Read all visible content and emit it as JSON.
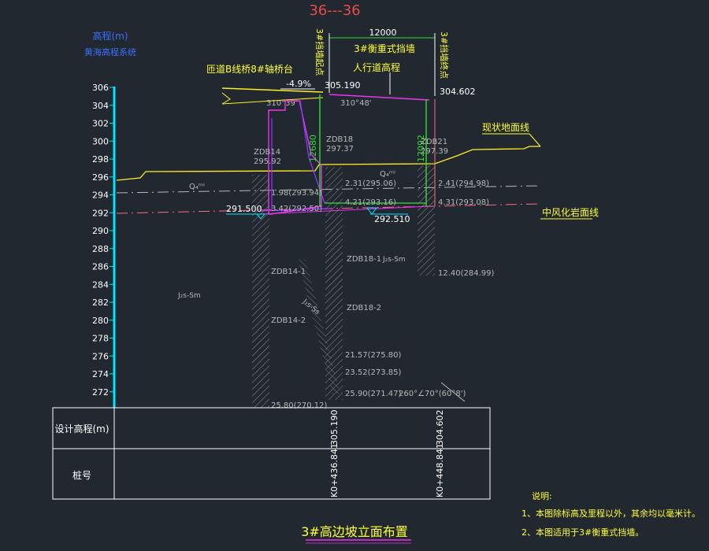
{
  "section_title": "36---36",
  "axis": {
    "label_line1": "高程(m)",
    "label_line2": "黄海高程系统",
    "ticks": [
      "306",
      "304",
      "302",
      "300",
      "298",
      "296",
      "294",
      "292",
      "290",
      "288",
      "286",
      "284",
      "282",
      "280",
      "278",
      "276",
      "274",
      "272"
    ]
  },
  "top": {
    "width_dim": "12000",
    "wall_name": "3#衡重式挡墙",
    "left_end": "3#挡墙起点",
    "right_end": "3#挡墙终点",
    "bridge_label": "匝道B线桥8#轴桥台",
    "walkway_label": "人行道高程",
    "slope": "-4.9%",
    "elev_left": "305.190",
    "elev_right": "304.602",
    "angle_left": "310°39'",
    "angle_mid": "310°48'",
    "ground_label": "现状地面线",
    "weathered_label": "中风化岩面线"
  },
  "boreholes": {
    "zdb14_name": "ZDB14",
    "zdb14_elev": "295.92",
    "zdb18_name": "ZDB18",
    "zdb18_elev": "297.37",
    "zdb21_name": "ZDB21",
    "zdb21_elev": "297.39",
    "zdb14_d1": "1.98(293.94)",
    "zdb14_d2": "3.42(292.50)",
    "zdb18_d1": "2.31(295.06)",
    "zdb18_d2": "4.21(293.16)",
    "zdb21_d1": "2.41(294.98)",
    "zdb21_d2": "4.31(293.08)",
    "zdb21_d3": "12.40(284.99)",
    "zdb18_d3": "21.57(275.80)",
    "zdb18_d4": "23.52(273.85)",
    "zdb18_d5": "25.90(271.47)",
    "zdb14_d3": "25.80(270.12)",
    "zdb18_1": "ZDB18-1",
    "zdb18_2": "ZDB18-2",
    "zdb14_1": "ZDB14-1",
    "zdb14_2": "ZDB14-2",
    "bedrock_a": "J₂s-Sm",
    "bedrock_b": "J₂s-Sm",
    "bedrock_c": "J₂s-Ss",
    "quat_a": "Q₄ᵐˡ",
    "quat_b": "Q₄ᵐˡ",
    "dip": "260°∠70°(60°8')",
    "mark_left": "291.500",
    "mark_mid": "292.510",
    "height_left": "12680",
    "height_right": "12092"
  },
  "table": {
    "row1_label": "设计高程(m)",
    "row2_label": "桩号",
    "elev1": "305.190",
    "elev2": "304.602",
    "sta1": "K0+436.841",
    "sta2": "K0+448.841"
  },
  "notes": {
    "heading": "说明:",
    "note1": "1、本图除标高及里程以外，其余均以毫米计。",
    "note2": "2、本图适用于3#衡重式挡墙。"
  },
  "drawing_title": "3#高边坡立面布置",
  "colors": {
    "bg": "#212830",
    "axis_cyan": "#00e5ff",
    "axis_label_blue": "#3b6fff",
    "text_yellow": "#ffff33",
    "text_white": "#ffffff",
    "text_grey": "#b8b8b8",
    "wall_green": "#33dd33",
    "magenta": "#ee33ee",
    "purple": "#9933ff",
    "ground_yellow": "#ffee22",
    "rock_pink": "#ff6b8a",
    "title_red": "#e84a4a",
    "hatch": "#9a9a9a"
  }
}
